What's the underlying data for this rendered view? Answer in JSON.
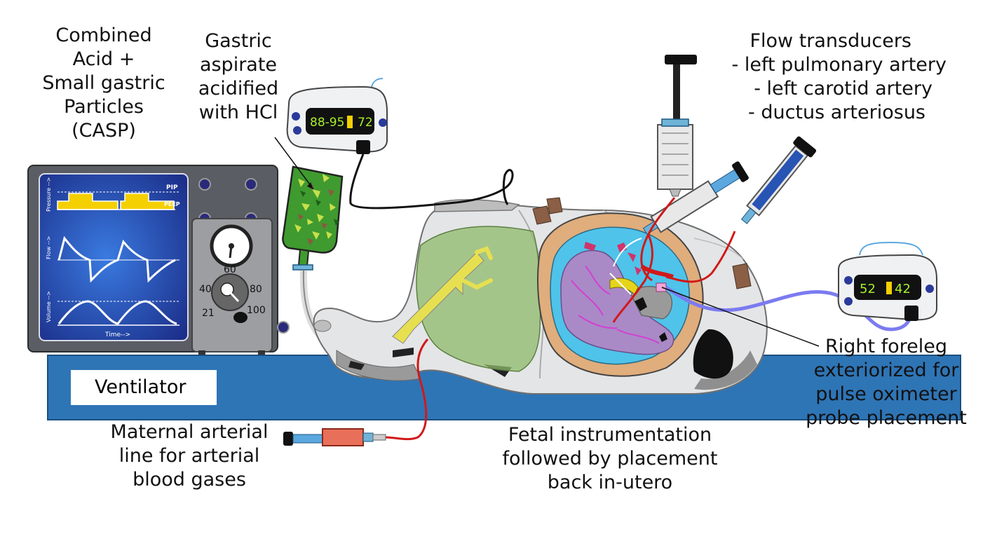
{
  "labels": {
    "casp": [
      "Combined",
      "Acid +",
      "Small gastric",
      "Particles",
      "(CASP)"
    ],
    "gastric": [
      "Gastric",
      "aspirate",
      "acidified",
      "with HCl"
    ],
    "flow": [
      "Flow transducers",
      "- left pulmonary artery",
      "- left carotid artery",
      "- ductus arteriosus"
    ],
    "foreleg": [
      "Right foreleg",
      "exteriorized for",
      "pulse oximeter",
      "probe placement"
    ],
    "maternal": [
      "Maternal arterial",
      "line for arterial",
      "blood gases"
    ],
    "fetal": [
      "Fetal instrumentation",
      "followed by placement",
      "back in-utero"
    ],
    "ventilator": "Ventilator"
  },
  "monitor_left": {
    "reading_spo2": "88-95",
    "reading_hr": "72"
  },
  "monitor_right": {
    "reading_spo2": "52",
    "reading_hr": "42"
  },
  "ventilator_screen": {
    "trace_labels": [
      "Pressure -->",
      "Flow -->",
      "Volume -->"
    ],
    "time_label": "Time-->",
    "pip_label": "PIP",
    "peep_label": "PEEP"
  },
  "oxygen_dial": {
    "values": [
      "60",
      "40",
      "80",
      "21",
      "100"
    ]
  },
  "colors": {
    "table_blue": "#2e75b6",
    "screen_blue": "#1e3fa3",
    "trace_yellow": "#f5d000",
    "lung_green": "#8fb96b",
    "uterus_tan": "#e0ad7c",
    "amniotic_blue": "#4fc3ea",
    "fetus_purple": "#a98ac6",
    "blood_red": "#d11919",
    "probe_cable": "#7b7bf0"
  }
}
